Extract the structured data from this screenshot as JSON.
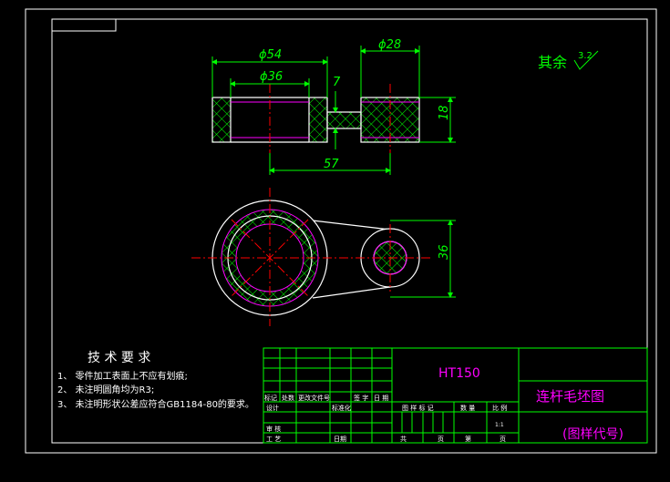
{
  "dimensions": {
    "d54": "ϕ54",
    "d36": "ϕ36",
    "d28": "ϕ28",
    "w7": "7",
    "h18": "18",
    "c57": "57",
    "v36": "36"
  },
  "roughness": {
    "label": "其余",
    "value": "3.2"
  },
  "tech_requirements": {
    "title": "技 术 要 求",
    "items": [
      "1、 零件加工表面上不应有划痕;",
      "2、 未注明圆角均为R3;",
      "3、 未注明形状公差应符合GB1184-80的要求。"
    ]
  },
  "title_block": {
    "material": "HT150",
    "drawing_name": "连杆毛坯图",
    "drawing_code": "(图样代号)",
    "row_labels": [
      "标记",
      "处数",
      "更改文件号",
      "签 字",
      "日 期"
    ],
    "design": "设计",
    "standard": "标准化",
    "review": "审 核",
    "process": "工 艺",
    "date": "日期",
    "stage": "图 样 标 记",
    "quantity": "数 量",
    "ratio": "比 例",
    "ratio_value": "1:1",
    "sheet_total": "共",
    "sheet_unit": "页",
    "sheet_no": "第",
    "sheet_unit2": "页"
  },
  "colors": {
    "background": "#000000",
    "frame": "#ffffff",
    "table": "#00ff00",
    "dimension": "#00ff00",
    "hatch": "#00ff00",
    "centerline": "#ff0000",
    "hidden": "#ff00ff",
    "outline": "#ffffff",
    "text": "#ffffff",
    "material_text": "#ff00ff",
    "drawing_name_text": "#ff00ff"
  }
}
